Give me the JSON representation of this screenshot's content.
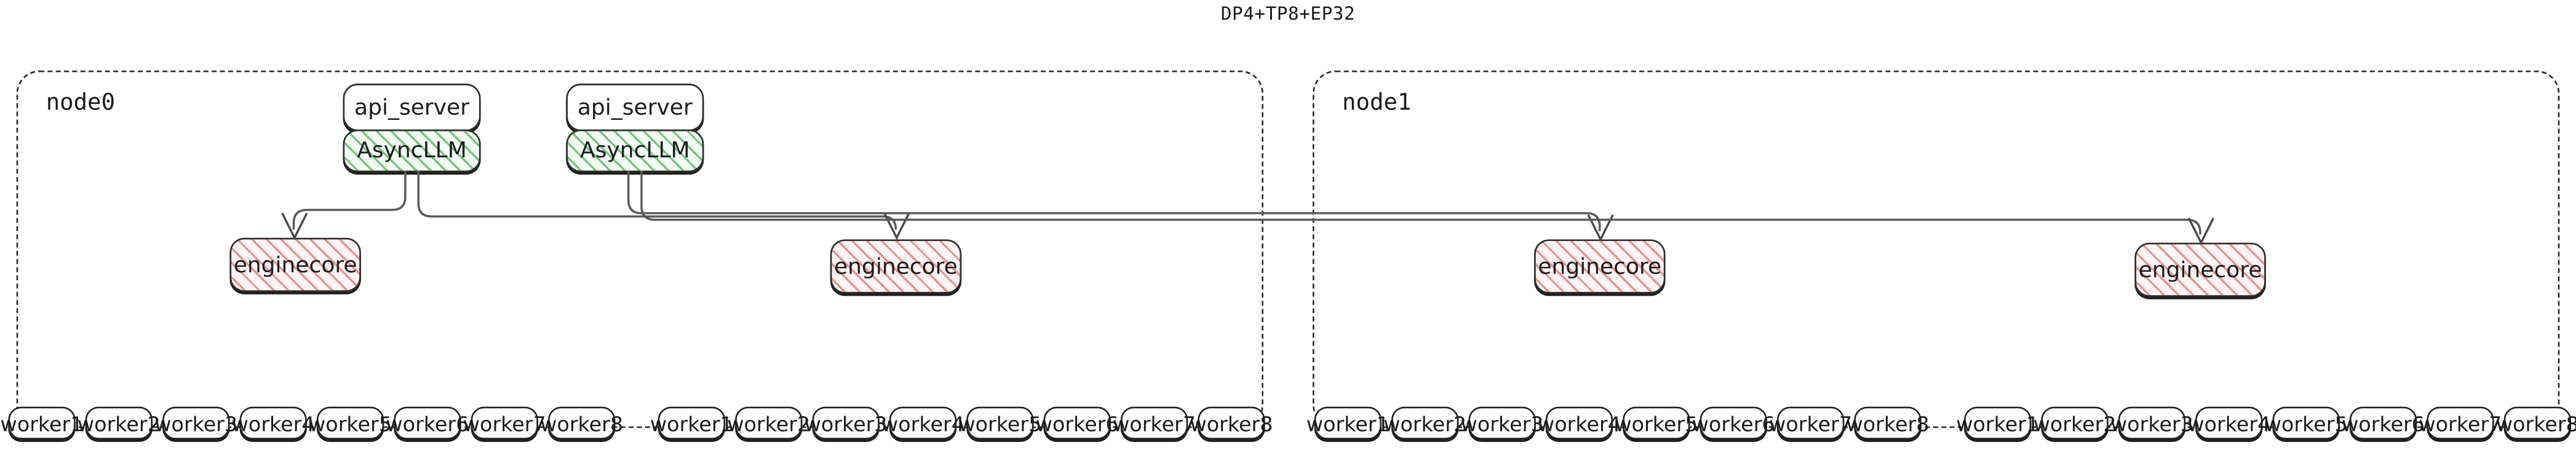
{
  "title": "DP4+TP8+EP32",
  "colors": {
    "async_llm_hatch": "#5fbe6e",
    "enginecore_hatch": "#e88282",
    "box_border": "#2d2d2d",
    "cluster_border": "#2b2b2b",
    "edge": "#5a5a5a",
    "text": "#1b1b1b",
    "background": "#ffffff"
  },
  "nodes": [
    {
      "id": "node0",
      "label": "node0",
      "api_servers": [
        {
          "label": "api_server"
        },
        {
          "label": "api_server"
        }
      ],
      "async_llms": [
        {
          "label": "AsyncLLM"
        },
        {
          "label": "AsyncLLM"
        }
      ],
      "enginecores": [
        {
          "label": "enginecore"
        },
        {
          "label": "enginecore"
        }
      ],
      "worker_groups": [
        {
          "workers": [
            "worker1",
            "worker2",
            "worker3",
            "worker4",
            "worker5",
            "worker6",
            "worker7",
            "worker8"
          ]
        },
        {
          "workers": [
            "worker1",
            "worker2",
            "worker3",
            "worker4",
            "worker5",
            "worker6",
            "worker7",
            "worker8"
          ]
        }
      ]
    },
    {
      "id": "node1",
      "label": "node1",
      "api_servers": [],
      "async_llms": [],
      "enginecores": [
        {
          "label": "enginecore"
        },
        {
          "label": "enginecore"
        }
      ],
      "worker_groups": [
        {
          "workers": [
            "worker1",
            "worker2",
            "worker3",
            "worker4",
            "worker5",
            "worker6",
            "worker7",
            "worker8"
          ]
        },
        {
          "workers": [
            "worker1",
            "worker2",
            "worker3",
            "worker4",
            "worker5",
            "worker6",
            "worker7",
            "worker8"
          ]
        }
      ]
    }
  ]
}
